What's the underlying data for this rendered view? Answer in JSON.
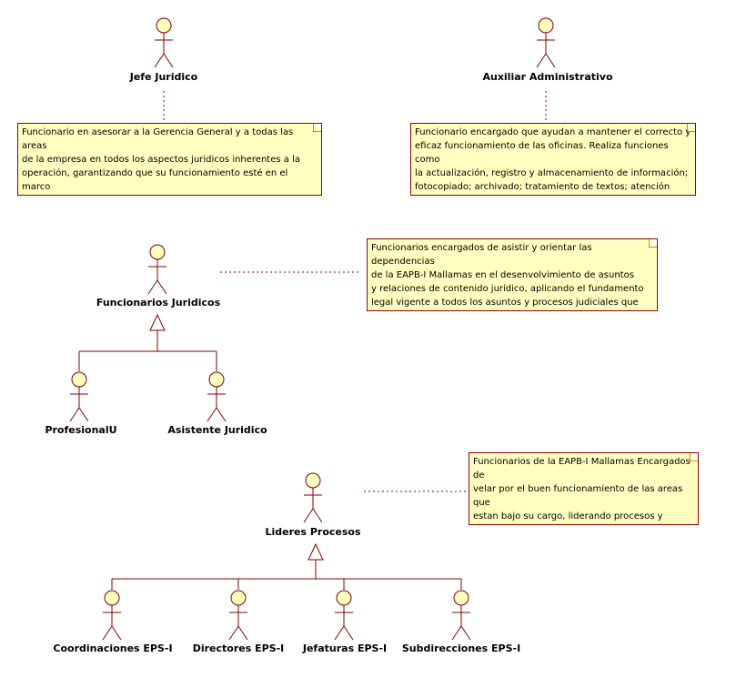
{
  "actors": {
    "jefe": "Jefe Juridico",
    "auxiliar": "Auxiliar Administrativo",
    "funcionarios": "Funcionarios Juridicos",
    "profesional": "ProfesionalU",
    "asistente": "Asistente Juridico",
    "lideres": "Lideres Procesos",
    "coordinaciones": "Coordinaciones EPS-I",
    "directores": "Directores EPS-I",
    "jefaturas": "Jefaturas EPS-I",
    "subdirecciones": "Subdirecciones EPS-I"
  },
  "notes": {
    "jefe": "Funcionario en asesorar a la Gerencia General y a todas las areas\nde la empresa en todos los aspectos juridicos inherentes a la\noperación, garantizando que su funcionamiento esté en el marco\nlegal vigente",
    "auxiliar": "Funcionario encargado que ayudan a mantener el correcto y\neficaz funcionamiento de las oficinas. Realiza funciones como\nla actualización, registro y almacenamiento de información;\nfotocopiado; archivado; tratamiento de textos; atención\ntelefónica y gestión del correo postal y electrónico",
    "funcionarios": "Funcionarios encargados de asistir y orientar las dependencias\nde la EAPB-I Mallamas en el desenvolvimiento de asuntos\ny relaciones de contenido jurídico, aplicando el fundamento\nlegal vigente a todos los asuntos y procesos judiciales que\nse requieran",
    "lideres": "Funcionarios de la EAPB-I Mallamas Encargados de\nvelar por el buen funcionamiento de las areas que\nestan bajo su cargo, liderando procesos y evaluando\nel desempeño de los auxiliares y prefesionales\nuniversitarios que estan bajo su cargo"
  },
  "colors": {
    "line": "#800000",
    "actor_fill": "#ffffc0",
    "note_fill": "#ffffc0"
  }
}
